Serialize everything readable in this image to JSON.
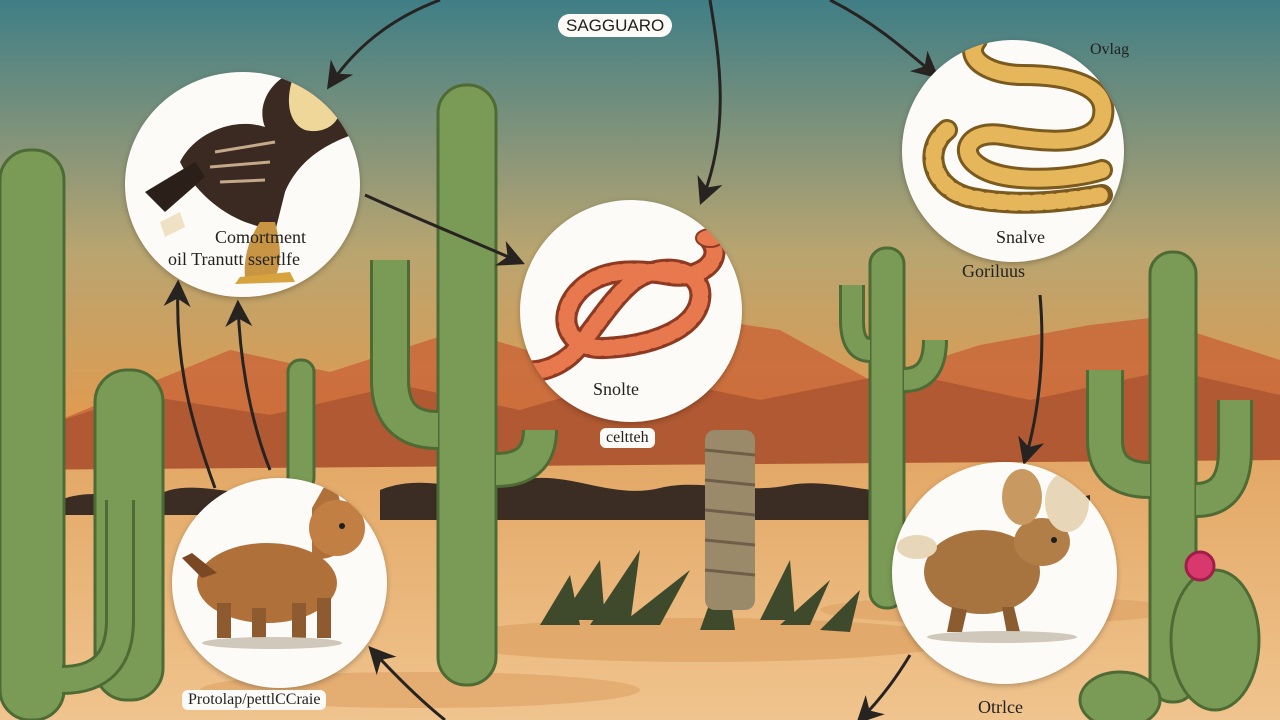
{
  "diagram": {
    "top_label": "SAGGUARO",
    "nodes": [
      {
        "id": "hawk",
        "icon": "hawk-icon",
        "label_line1": "Comortment",
        "label_line2": "oil Tranutt ssertlfe"
      },
      {
        "id": "snake-center",
        "icon": "snake-icon",
        "label": "Snolte"
      },
      {
        "id": "snake-right",
        "icon": "snake-icon",
        "label": "Snalve"
      },
      {
        "id": "fox",
        "icon": "fox-icon",
        "label": "Protolap/pettlCCraie"
      },
      {
        "id": "rodent",
        "icon": "rodent-icon",
        "label": "Otrlce"
      }
    ],
    "extra_labels": {
      "right_tag": "Ovlag",
      "right_sub": "Goriluus",
      "center_sub": "celtteh"
    }
  },
  "colors": {
    "sky_top": "#3f7e86",
    "sky_bottom": "#e39a4d",
    "sand": "#edbd82",
    "cactus": "#7a9b55",
    "arrow": "#262321"
  }
}
